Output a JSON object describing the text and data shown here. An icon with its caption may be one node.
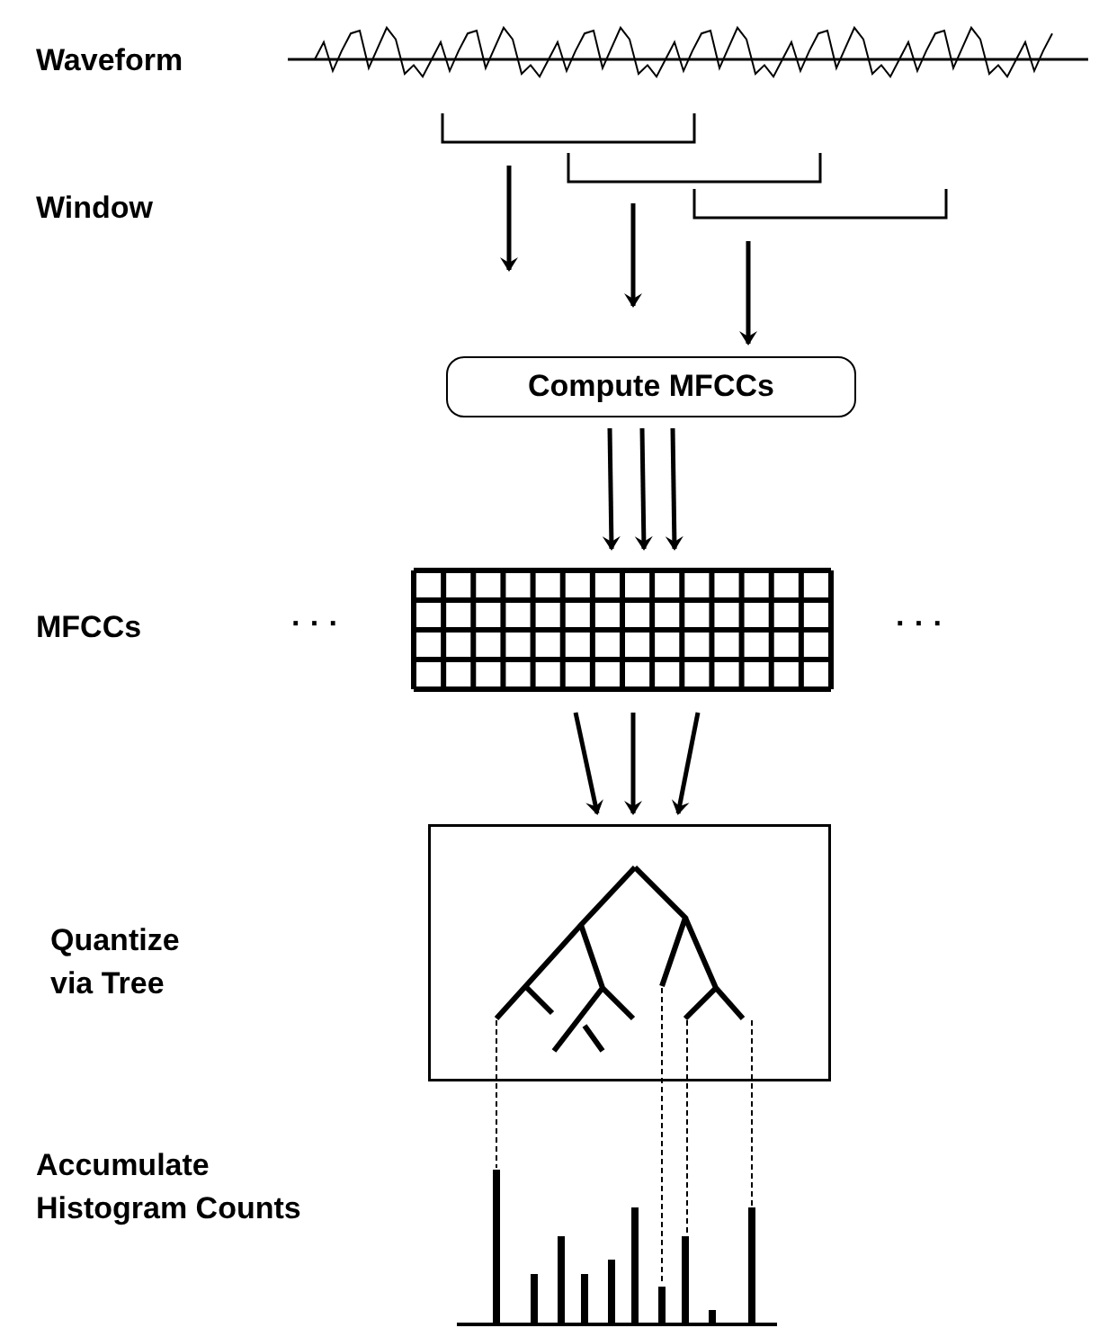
{
  "diagram": {
    "nodes": [
      {
        "text": [],
        "shape": "wave"
      },
      {
        "text": [],
        "shape": "bracket"
      },
      {
        "text": [],
        "shape": "bracket"
      },
      {
        "text": [],
        "shape": "bracket"
      },
      {
        "text": [
          "Compute MFCCs"
        ]
      },
      {
        "text": [],
        "shape": "grid"
      },
      {
        "text": [],
        "shape": "box"
      },
      {
        "text": [],
        "shape": "histogram"
      }
    ],
    "edges": [
      {
        "from": 1,
        "to": 4,
        "arrow": "to"
      },
      {
        "from": 2,
        "to": 4,
        "arrow": "to"
      },
      {
        "from": 3,
        "to": 4,
        "arrow": "to"
      },
      {
        "from": 4,
        "to": 5,
        "arrow": "to"
      },
      {
        "from": 4,
        "to": 5,
        "arrow": "to"
      },
      {
        "from": 4,
        "to": 5,
        "arrow": "to"
      },
      {
        "from": 5,
        "to": 6,
        "arrow": "to"
      },
      {
        "from": 5,
        "to": 6,
        "arrow": "to"
      },
      {
        "from": 5,
        "to": 6,
        "arrow": "to"
      },
      {
        "from": 6,
        "to": 7,
        "arrow": "none",
        "style": "dashed"
      },
      {
        "from": 6,
        "to": 7,
        "arrow": "none",
        "style": "dashed"
      },
      {
        "from": 6,
        "to": 7,
        "arrow": "none",
        "style": "dashed"
      },
      {
        "from": 6,
        "to": 7,
        "arrow": "none",
        "style": "dashed"
      }
    ],
    "labels": [
      "Waveform",
      "Window",
      "MFCCs",
      "· · ·",
      "· · ·",
      "Quantize via Tree",
      "Accumulate Histogram Counts"
    ]
  }
}
